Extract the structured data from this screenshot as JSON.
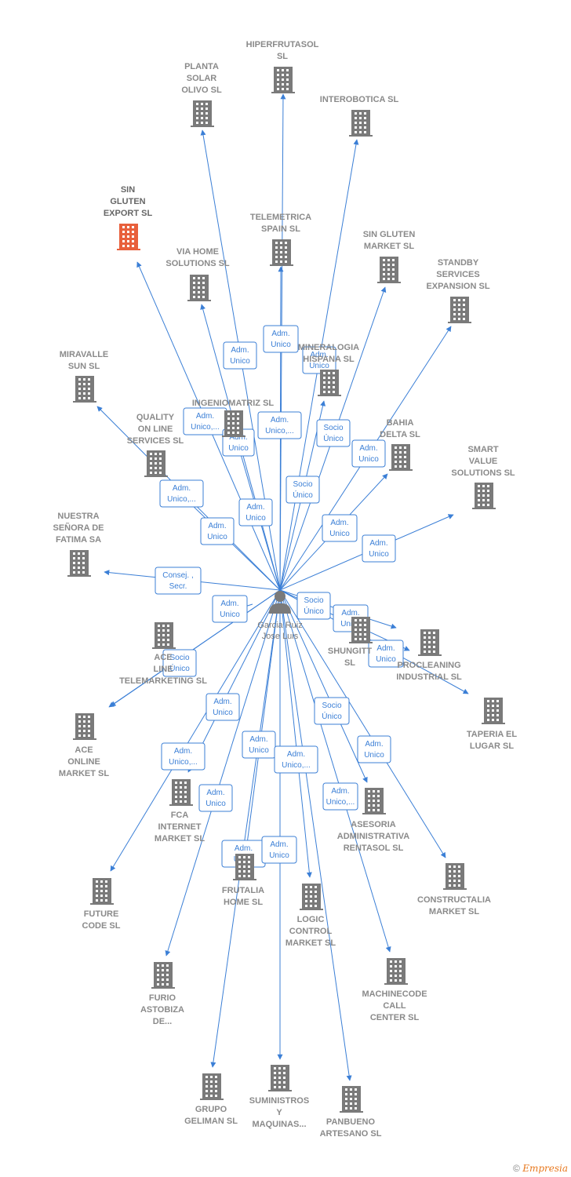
{
  "center": {
    "name": [
      "Garcia Ruiz",
      "Jose Luis"
    ]
  },
  "companies": [
    {
      "id": "hiperfrutasol",
      "label": [
        "HIPERFRUTASOL",
        "SL"
      ]
    },
    {
      "id": "planta-solar",
      "label": [
        "PLANTA",
        "SOLAR",
        "OLIVO SL"
      ]
    },
    {
      "id": "interobotica",
      "label": [
        "INTEROBOTICA SL"
      ]
    },
    {
      "id": "sin-gluten-export",
      "label": [
        "SIN",
        "GLUTEN",
        "EXPORT  SL"
      ],
      "highlight": true
    },
    {
      "id": "telemetrica",
      "label": [
        "TELEMETRICA",
        "SPAIN  SL"
      ]
    },
    {
      "id": "sin-gluten-market",
      "label": [
        "SIN GLUTEN",
        "MARKET  SL"
      ]
    },
    {
      "id": "via-home",
      "label": [
        "VIA HOME",
        "SOLUTIONS SL"
      ]
    },
    {
      "id": "standby",
      "label": [
        "STANDBY",
        "SERVICES",
        "EXPANSION SL"
      ]
    },
    {
      "id": "mineralogia",
      "label": [
        "MINERALOGIA",
        "HISPANA  SL"
      ]
    },
    {
      "id": "miravalle",
      "label": [
        "MIRAVALLE",
        "SUN  SL"
      ]
    },
    {
      "id": "ingeniomatriz",
      "label": [
        "INGENIOMATRIZ SL"
      ]
    },
    {
      "id": "bahia-delta",
      "label": [
        "BAHIA",
        "DELTA SL"
      ]
    },
    {
      "id": "quality",
      "label": [
        "QUALITY",
        "ON LINE",
        "SERVICES  SL"
      ]
    },
    {
      "id": "smart-value",
      "label": [
        "SMART",
        "VALUE",
        "SOLUTIONS SL"
      ]
    },
    {
      "id": "nuestra",
      "label": [
        "NUESTRA",
        "SEÑORA DE",
        "FATIMA SA"
      ]
    },
    {
      "id": "ace-line",
      "label": [
        "ACE",
        "LINE",
        "TELEMARKETING SL"
      ]
    },
    {
      "id": "shungitt",
      "label": [
        "SHUNGITT",
        "SL"
      ]
    },
    {
      "id": "procleaning",
      "label": [
        "PROCLEANING",
        "INDUSTRIAL SL"
      ]
    },
    {
      "id": "taperia",
      "label": [
        "TAPERIA EL",
        "LUGAR SL"
      ]
    },
    {
      "id": "ace-online",
      "label": [
        "ACE",
        "ONLINE",
        "MARKET SL"
      ]
    },
    {
      "id": "fca",
      "label": [
        "FCA",
        "INTERNET",
        "MARKET  SL"
      ]
    },
    {
      "id": "asesoria",
      "label": [
        "ASESORIA",
        "ADMINISTRATIVA",
        "RENTASOL SL"
      ]
    },
    {
      "id": "future-code",
      "label": [
        "FUTURE",
        "CODE  SL"
      ]
    },
    {
      "id": "frutalia",
      "label": [
        "FRUTALIA",
        "HOME  SL"
      ]
    },
    {
      "id": "constructalia",
      "label": [
        "CONSTRUCTALIA",
        "MARKET  SL"
      ]
    },
    {
      "id": "logic-control",
      "label": [
        "LOGIC",
        "CONTROL",
        "MARKET  SL"
      ]
    },
    {
      "id": "furio",
      "label": [
        "FURIO",
        "ASTOBIZA",
        "DE..."
      ]
    },
    {
      "id": "machinecode",
      "label": [
        "MACHINECODE",
        "CALL",
        "CENTER  SL"
      ]
    },
    {
      "id": "grupo-geliman",
      "label": [
        "GRUPO",
        "GELIMAN  SL"
      ]
    },
    {
      "id": "suministros",
      "label": [
        "SUMINISTROS",
        "Y",
        "MAQUINAS..."
      ]
    },
    {
      "id": "panbueno",
      "label": [
        "PANBUENO",
        "ARTESANO  SL"
      ]
    }
  ],
  "roles": [
    [
      "Adm.",
      "Unico"
    ],
    [
      "Adm.",
      "Unico"
    ],
    [
      "Adm.",
      "Unico"
    ],
    [
      "Adm.",
      "Unico,..."
    ],
    [
      "Adm.",
      "Unico,..."
    ],
    [
      "Socio",
      "Único"
    ],
    [
      "Adm.",
      "Unico"
    ],
    [
      "Adm.",
      "Unico,..."
    ],
    [
      "Socio",
      "Único"
    ],
    [
      "Adm.",
      "Unico"
    ],
    [
      "Adm.",
      "Unico"
    ],
    [
      "Adm.",
      "Unico"
    ],
    [
      "Adm.",
      "Unico"
    ],
    [
      "Consej. ,",
      "Secr."
    ],
    [
      "Adm.",
      "Unico"
    ],
    [
      "Socio",
      "Único"
    ],
    [
      "Adm.",
      "Unico"
    ],
    [
      "Adm.",
      "Unico"
    ],
    [
      "Adm.",
      "Unico"
    ],
    [
      "Socio",
      "Único"
    ],
    [
      "Adm.",
      "Unico"
    ],
    [
      "Socio",
      "Único"
    ],
    [
      "Adm.",
      "Unico"
    ],
    [
      "Adm.",
      "Unico,..."
    ],
    [
      "Adm.",
      "Unico,..."
    ],
    [
      "Adm.",
      "Unico"
    ],
    [
      "Adm.",
      "Unico"
    ],
    [
      "Adm.",
      "Unico,..."
    ],
    [
      "Adm.",
      "Unico"
    ],
    [
      "Adm.",
      "Unico"
    ]
  ],
  "credit": {
    "symbol": "©",
    "brand": "Empresia"
  },
  "colors": {
    "edge": "#3b7fd6",
    "building": "#7a7a7a",
    "highlight": "#e8603c",
    "person": "#7a7a7a"
  }
}
